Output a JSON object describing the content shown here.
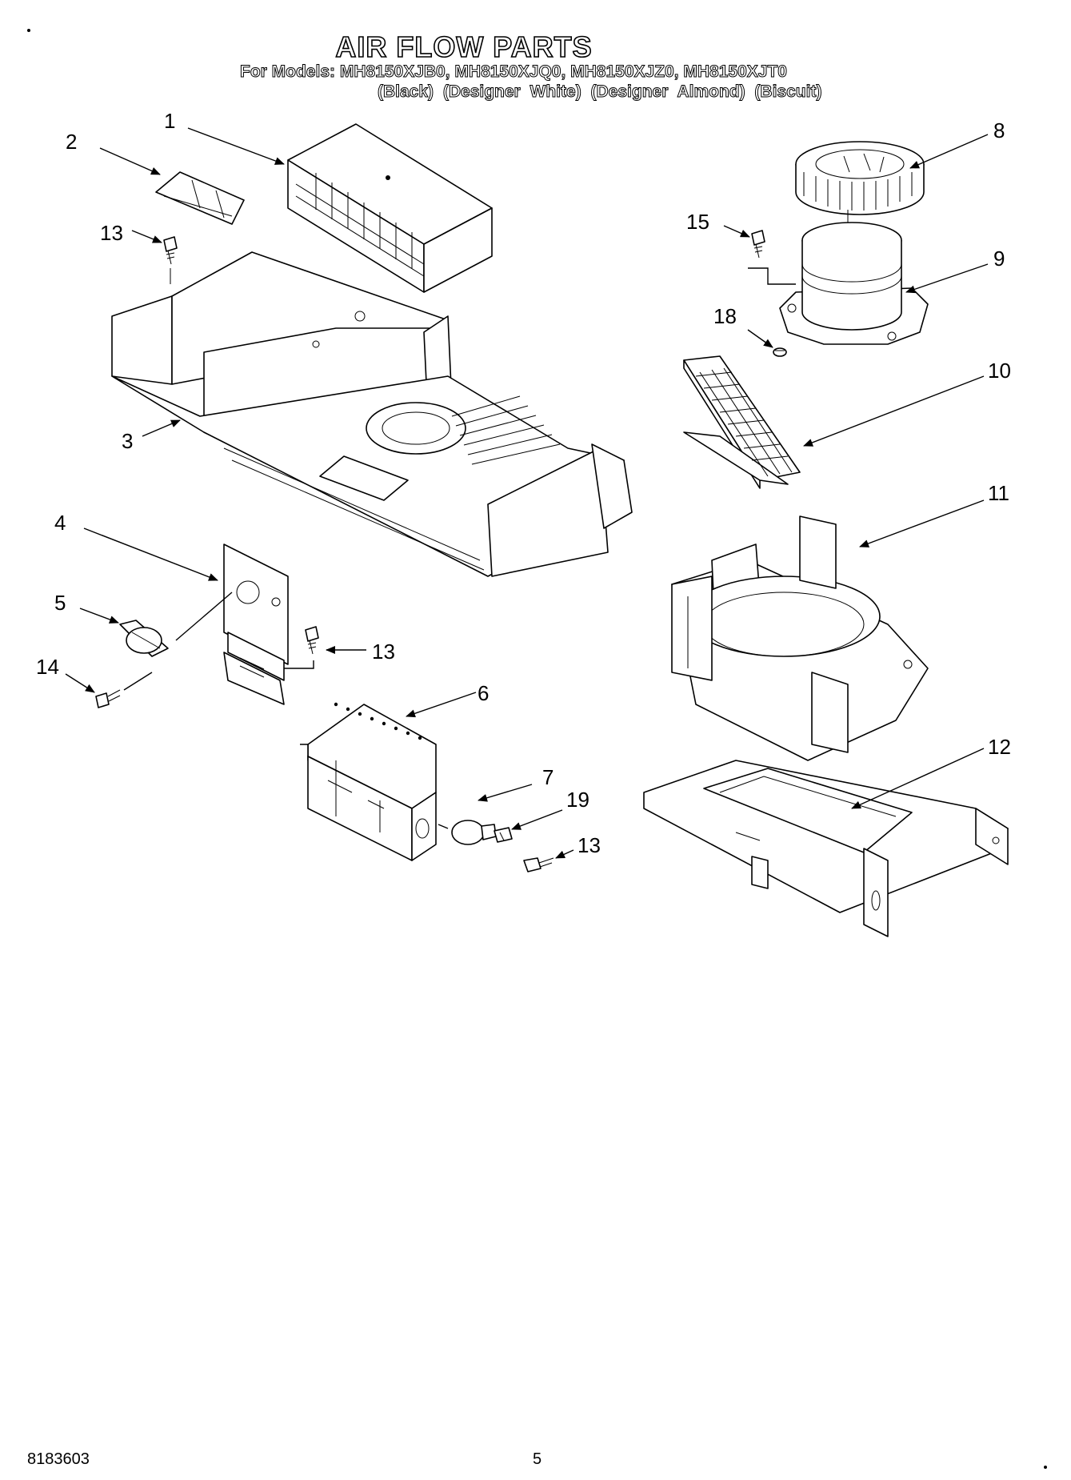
{
  "header": {
    "title": "AIR FLOW PARTS",
    "models_line": "For Models: MH8150XJB0, MH8150XJQ0, MH8150XJZ0, MH8150XJT0",
    "colors_line": "(Black) (Designer White) (Designer Almond) (Biscuit)"
  },
  "callouts": {
    "c1": "1",
    "c2": "2",
    "c3": "3",
    "c4": "4",
    "c5": "5",
    "c6": "6",
    "c7": "7",
    "c8": "8",
    "c9": "9",
    "c10": "10",
    "c11": "11",
    "c12": "12",
    "c13a": "13",
    "c13b": "13",
    "c13c": "13",
    "c14": "14",
    "c15": "15",
    "c18": "18",
    "c19": "19"
  },
  "footer": {
    "doc_number": "8183603",
    "page_number": "5"
  }
}
